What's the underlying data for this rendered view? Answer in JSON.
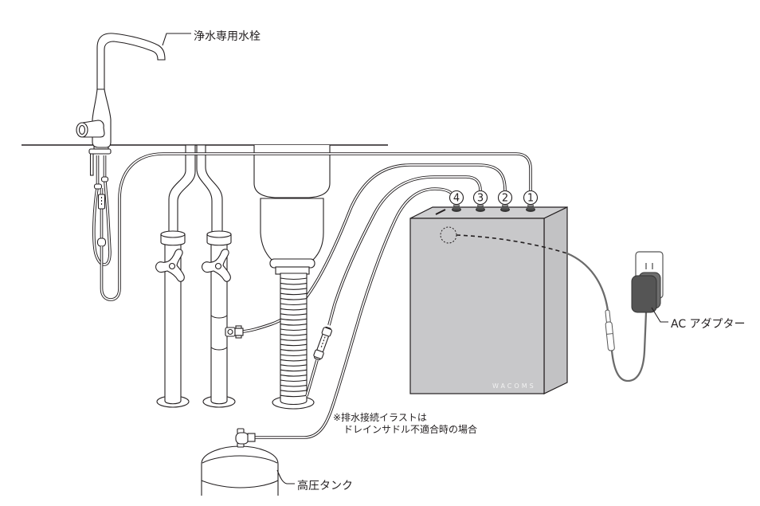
{
  "labels": {
    "faucet": "浄水専用水栓",
    "ac_adapter": "AC アダプター",
    "tank": "高圧タンク",
    "drain_note": [
      "※排水接続イラストは",
      "ドレインサドル不適合時の場合"
    ]
  },
  "unit": {
    "brand": "WACOMS",
    "ports": [
      {
        "number": "4"
      },
      {
        "number": "3"
      },
      {
        "number": "2"
      },
      {
        "number": "1"
      }
    ]
  },
  "colors": {
    "line": "#231f20",
    "unit_body": "#c8c8ca",
    "adapter": "#555555",
    "cable": "#6b6b6b"
  }
}
